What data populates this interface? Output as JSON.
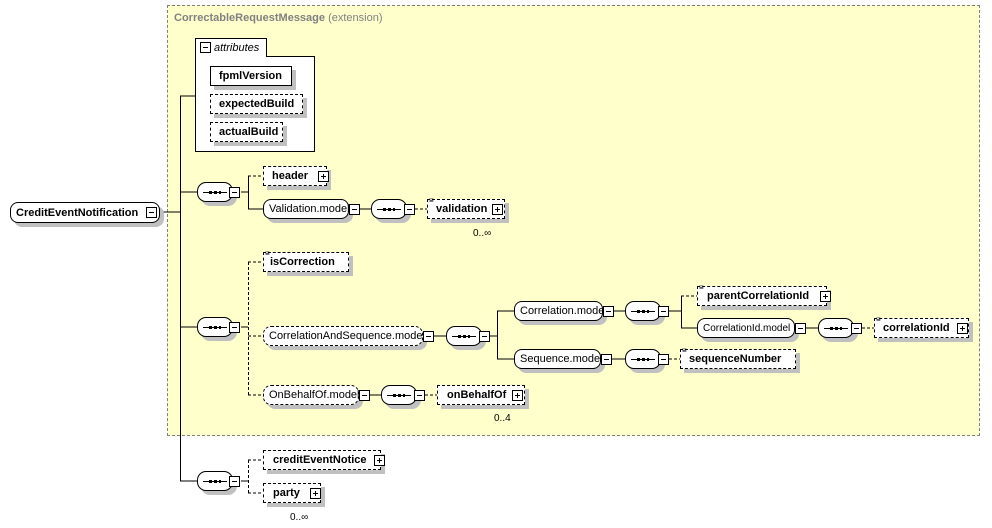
{
  "diagram": {
    "root": "CreditEventNotification",
    "extension": {
      "base": "CorrectableRequestMessage",
      "kind": "(extension)"
    },
    "attributes": {
      "label": "attributes",
      "items": [
        "fpmlVersion",
        "expectedBuild",
        "actualBuild"
      ]
    },
    "group1": {
      "header": "header",
      "validation_model": "Validation.model",
      "validation": "validation",
      "validation_card": "0..∞"
    },
    "group2": {
      "isCorrection": "isCorrection",
      "corrseq_model": "CorrelationAndSequence.model",
      "correlation_model": "Correlation.model",
      "parentCorrelationId": "parentCorrelationId",
      "correlationid_model": "CorrelationId.model",
      "correlationId": "correlationId",
      "sequence_model": "Sequence.model",
      "sequenceNumber": "sequenceNumber",
      "onbehalfof_model": "OnBehalfOf.model",
      "onBehalfOf": "onBehalfOf",
      "onBehalfOf_card": "0..4"
    },
    "group3": {
      "creditEventNotice": "creditEventNotice",
      "party": "party",
      "party_card": "0..∞"
    }
  }
}
